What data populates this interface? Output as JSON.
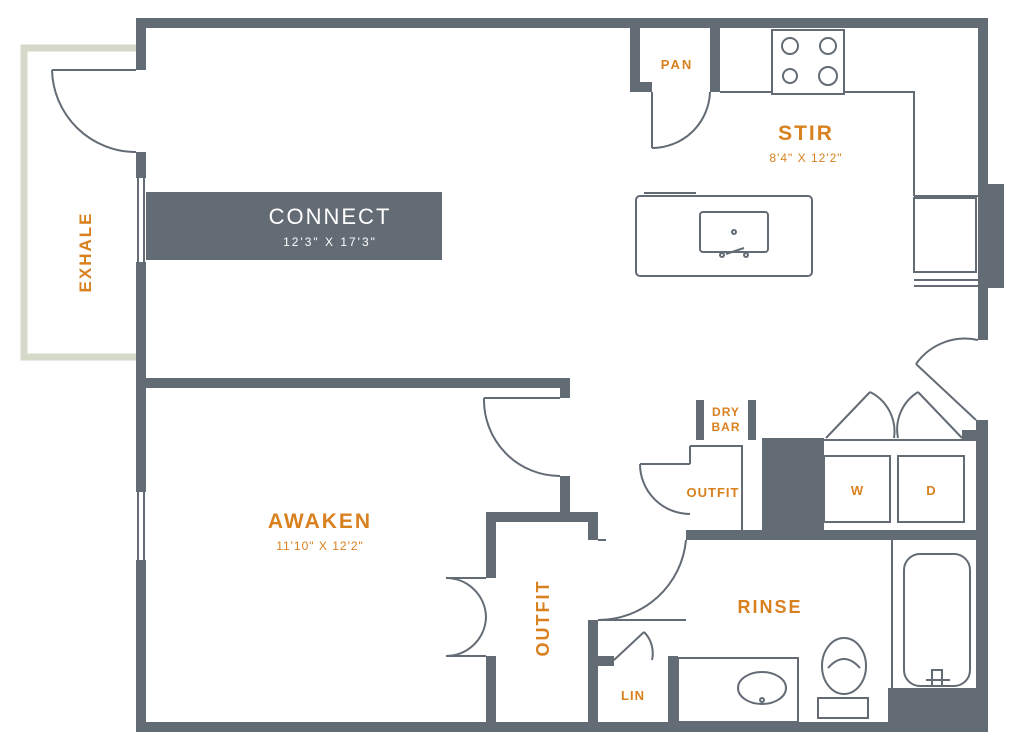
{
  "colors": {
    "wall": "#636b75",
    "accent": "#d9801f",
    "balcony": "#d5d9c8",
    "background": "#ffffff"
  },
  "rooms": {
    "connect": {
      "name": "CONNECT",
      "dims": "12'3\" X 17'3\""
    },
    "stir": {
      "name": "STIR",
      "dims": "8'4\" X 12'2\""
    },
    "awaken": {
      "name": "AWAKEN",
      "dims": "11'10\" X 12'2\""
    },
    "exhale": {
      "name": "EXHALE"
    },
    "rinse": {
      "name": "RINSE"
    },
    "pan": {
      "name": "PAN"
    },
    "dry_bar": {
      "line1": "DRY",
      "line2": "BAR"
    },
    "outfit_hall": {
      "name": "OUTFIT"
    },
    "outfit_bedroom": {
      "name": "OUTFIT"
    },
    "lin": {
      "name": "LIN"
    }
  },
  "appliances": {
    "washer": "W",
    "dryer": "D"
  },
  "icons": [
    "cooktop-icon",
    "sink-icon",
    "toilet-icon",
    "bathtub-icon",
    "bath-sink-icon",
    "door-swing-icon"
  ]
}
